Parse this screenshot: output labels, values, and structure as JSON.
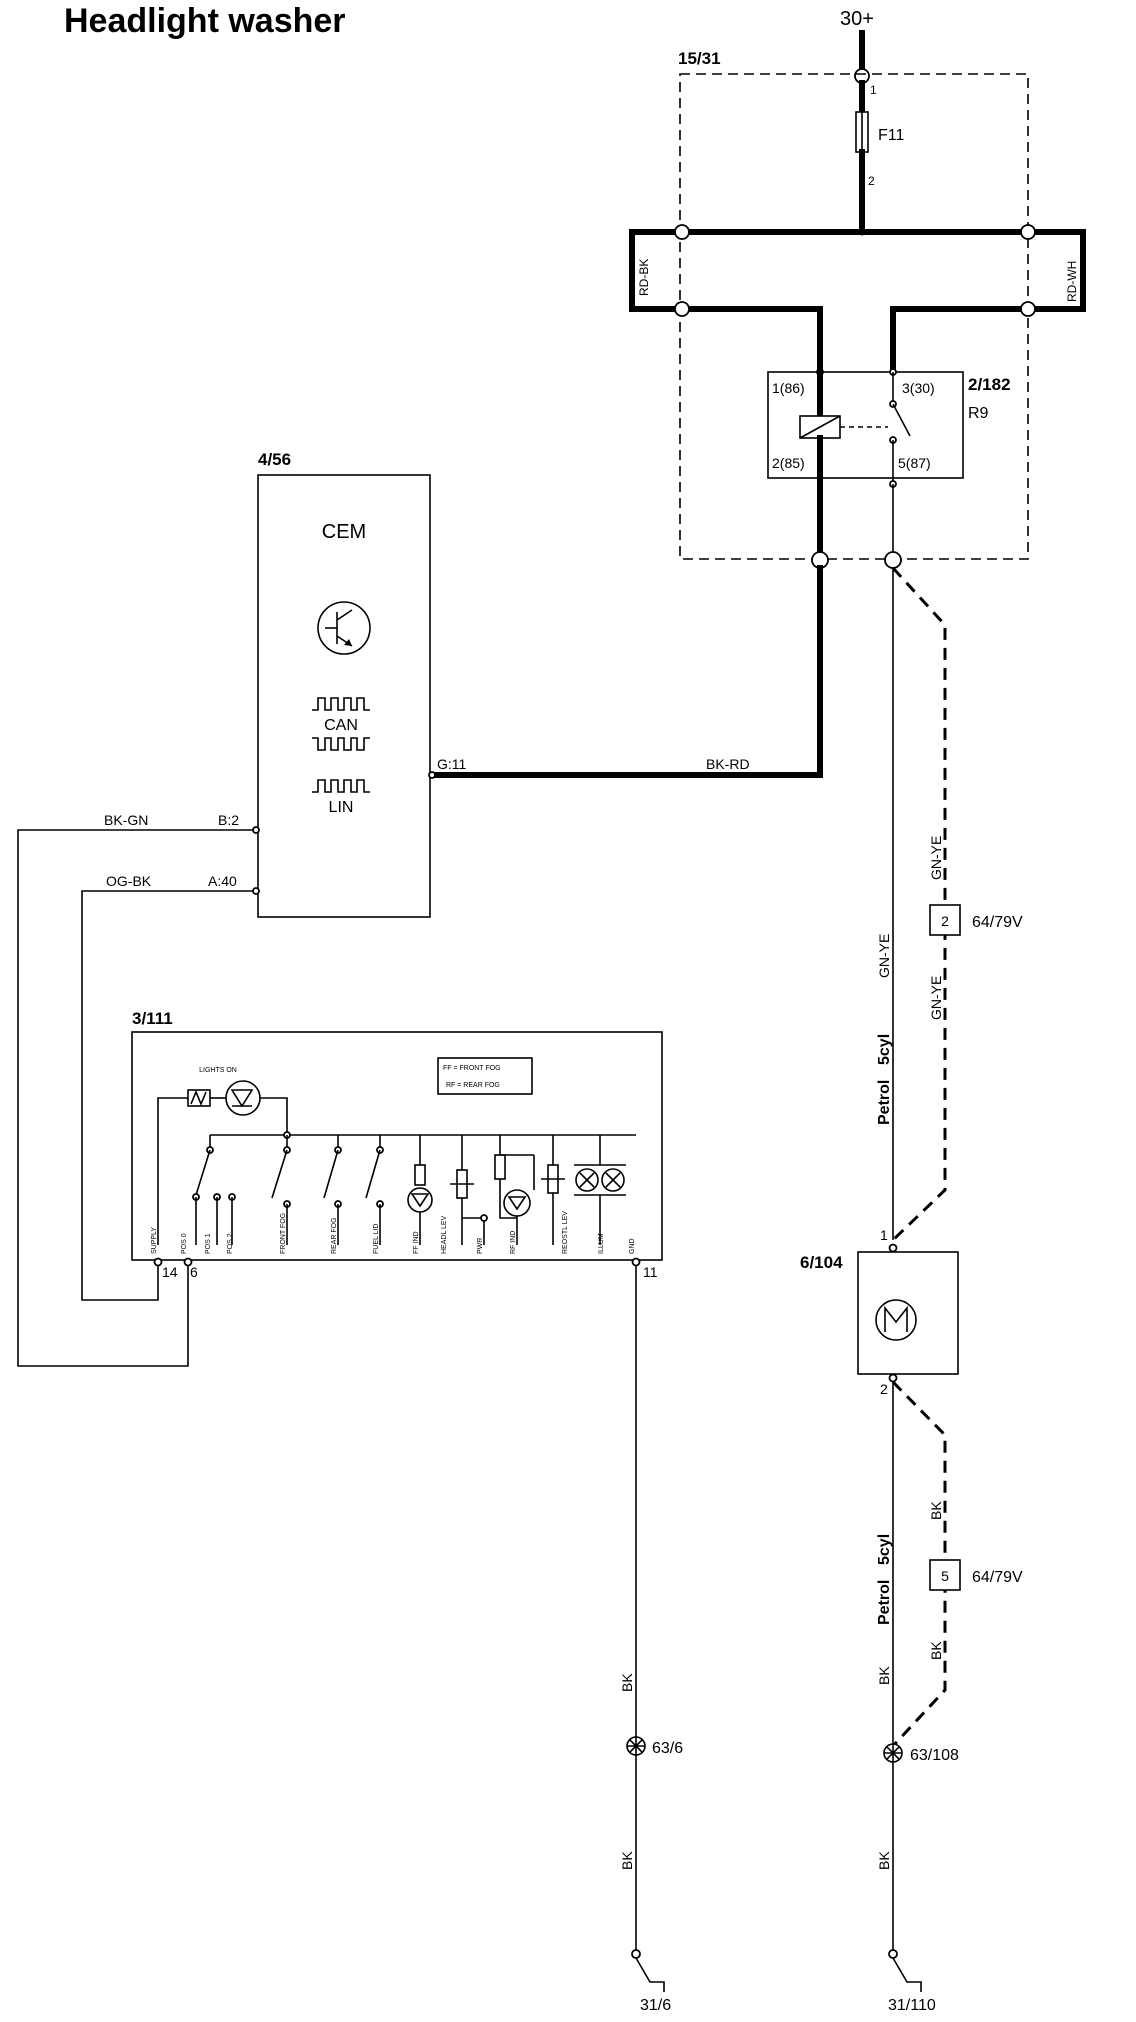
{
  "title": "Headlight washer",
  "supply": {
    "label": "30+"
  },
  "central_box": {
    "ref": "15/31"
  },
  "fuse": {
    "ref": "F11",
    "pin_in": "1",
    "pin_out": "2"
  },
  "bus_left_label": "RD-BK",
  "bus_right_label": "RD-WH",
  "relay": {
    "ref": "2/182",
    "name": "R9",
    "pins": {
      "p86": "1(86)",
      "p30": "3(30)",
      "p85": "2(85)",
      "p87": "5(87)"
    }
  },
  "cem": {
    "ref": "4/56",
    "name": "CEM",
    "can_label": "CAN",
    "lin_label": "LIN",
    "pin_g11": "G:11",
    "pin_b2": "B:2",
    "pin_a40": "A:40",
    "icon": "transistor-icon"
  },
  "wires": {
    "bk_rd": "BK-RD",
    "bk_gn": "BK-GN",
    "og_bk": "OG-BK",
    "gn_ye": "GN-YE",
    "bk": "BK"
  },
  "light_switch": {
    "ref": "3/111",
    "lights_on": "LIGHTS ON",
    "legend_ff": "FF = FRONT FOG",
    "legend_rf": "RF = REAR FOG",
    "pin_labels": [
      "SUPPLY",
      "POS 0",
      "POS 1",
      "POS 2",
      "FRONT FOG",
      "REAR FOG",
      "FUEL LID",
      "FF IND",
      "HEADL LEV",
      "PWR",
      "RF IND",
      "REOSTL LEV",
      "ILLUM",
      "GND"
    ],
    "pin_14": "14",
    "pin_6": "6",
    "pin_11": "11"
  },
  "connector_top": {
    "pin": "2",
    "ref": "64/79V"
  },
  "connector_bottom": {
    "pin": "5",
    "ref": "64/79V"
  },
  "variant_top": {
    "petrol": "Petrol",
    "cyl": "5cyl"
  },
  "variant_bottom": {
    "petrol": "Petrol",
    "cyl": "5cyl"
  },
  "motor": {
    "ref": "6/104",
    "pin_1": "1",
    "pin_2": "2",
    "icon": "motor-icon"
  },
  "ground_points": [
    {
      "splice": "63/6",
      "ground": "31/6"
    },
    {
      "splice": "63/108",
      "ground": "31/110"
    }
  ]
}
